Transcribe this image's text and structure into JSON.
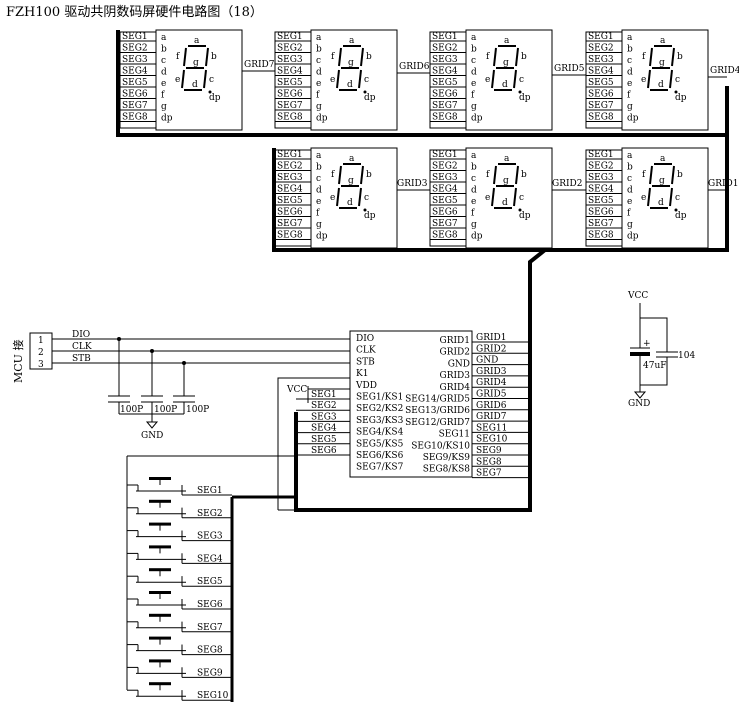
{
  "title": "FZH100 驱动共阴数码屏硬件电路图（18）",
  "seg_labels": [
    "SEG1",
    "SEG2",
    "SEG3",
    "SEG4",
    "SEG5",
    "SEG6",
    "SEG7",
    "SEG8"
  ],
  "digit_pins": [
    "a",
    "b",
    "c",
    "d",
    "e",
    "f",
    "g",
    "dp"
  ],
  "segment_letters": {
    "a": "a",
    "b": "b",
    "c": "c",
    "d": "d",
    "e": "e",
    "f": "f",
    "g": "g",
    "dp": "dp"
  },
  "digits_row1": [
    {
      "grid": "GRID7"
    },
    {
      "grid": "GRID6"
    },
    {
      "grid": "GRID5"
    },
    {
      "grid": "GRID4"
    }
  ],
  "digits_row2": [
    {
      "grid": "GRID3"
    },
    {
      "grid": "GRID2"
    },
    {
      "grid": "GRID1"
    }
  ],
  "mcu": {
    "label": "MCU 接",
    "pins": [
      "1",
      "2",
      "3"
    ],
    "signals": [
      "DIO",
      "CLK",
      "STB"
    ]
  },
  "caps": [
    "100P",
    "100P",
    "100P"
  ],
  "gnd": "GND",
  "vcc": "VCC",
  "ic": {
    "left_pins": [
      "DIO",
      "CLK",
      "STB",
      "K1",
      "VDD",
      "SEG1/KS1",
      "SEG2/KS2",
      "SEG3/KS3",
      "SEG4/KS4",
      "SEG5/KS5",
      "SEG6/KS6",
      "SEG7/KS7"
    ],
    "right_pins": [
      "GRID1",
      "GRID2",
      "GND",
      "GRID3",
      "GRID4",
      "SEG14/GRID5",
      "SEG13/GRID6",
      "SEG12/GRID7",
      "SEG11",
      "SEG10/KS10",
      "SEG9/KS9",
      "SEG8/KS8"
    ],
    "right_outer": [
      "GRID1",
      "GRID2",
      "GND",
      "GRID3",
      "GRID4",
      "GRID5",
      "GRID6",
      "GRID7",
      "SEG11",
      "SEG10",
      "SEG9",
      "SEG8",
      "SEG7"
    ],
    "left_outer": [
      "SEG1",
      "SEG2",
      "SEG3",
      "SEG4",
      "SEG5",
      "SEG6"
    ]
  },
  "power": {
    "vcc": "VCC",
    "gnd": "GND",
    "cap1": "47uF",
    "cap2": "104",
    "plus": "+"
  },
  "keys": [
    "SEG1",
    "SEG2",
    "SEG3",
    "SEG4",
    "SEG5",
    "SEG6",
    "SEG7",
    "SEG8",
    "SEG9",
    "SEG10"
  ]
}
